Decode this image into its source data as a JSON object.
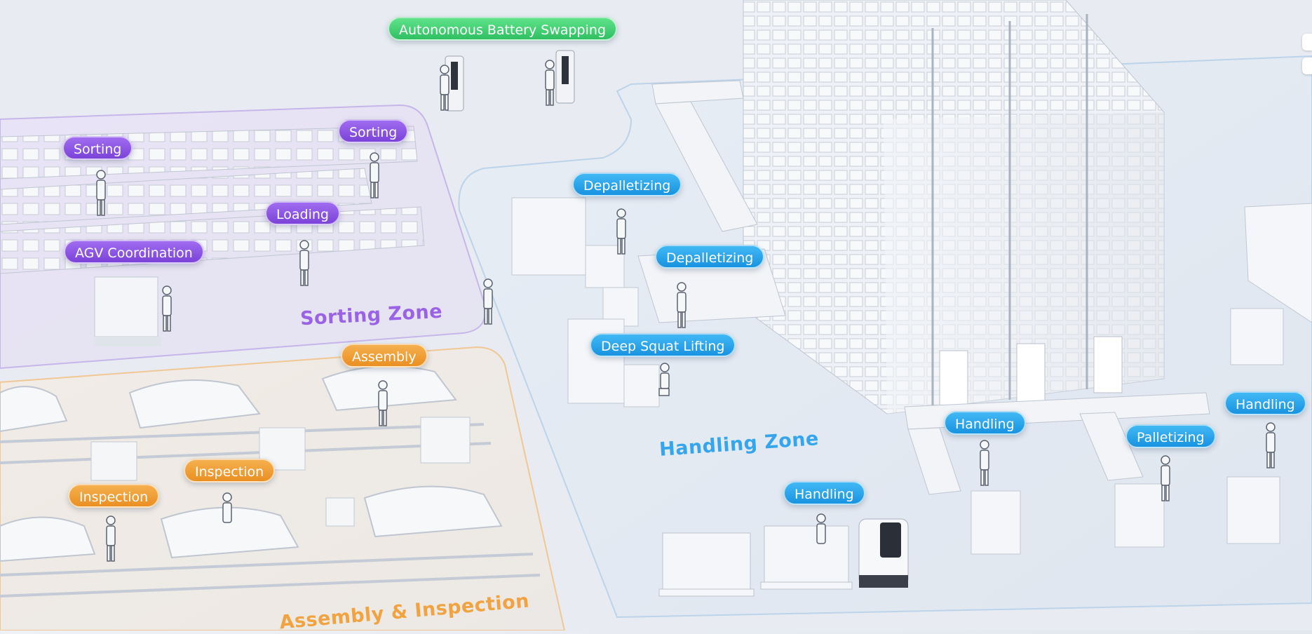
{
  "labels": {
    "battery_swapping": "Autonomous Battery Swapping",
    "sorting_1": "Sorting",
    "sorting_2": "Sorting",
    "loading": "Loading",
    "agv_coordination": "AGV Coordination",
    "depalletizing_1": "Depalletizing",
    "depalletizing_2": "Depalletizing",
    "deep_squat_lifting": "Deep Squat Lifting",
    "assembly": "Assembly",
    "inspection_1": "Inspection",
    "inspection_2": "Inspection",
    "handling_1": "Handling",
    "handling_2": "Handling",
    "handling_3": "Handling",
    "palletizing": "Palletizing"
  },
  "zones": {
    "sorting": "Sorting Zone",
    "handling": "Handling Zone",
    "assembly": "Assembly & Inspection"
  },
  "colors": {
    "green": "#3ccf6e",
    "purple": "#8a52e0",
    "orange": "#ee9a30",
    "blue": "#2aa3ea",
    "floor": "#e4e9f0"
  }
}
